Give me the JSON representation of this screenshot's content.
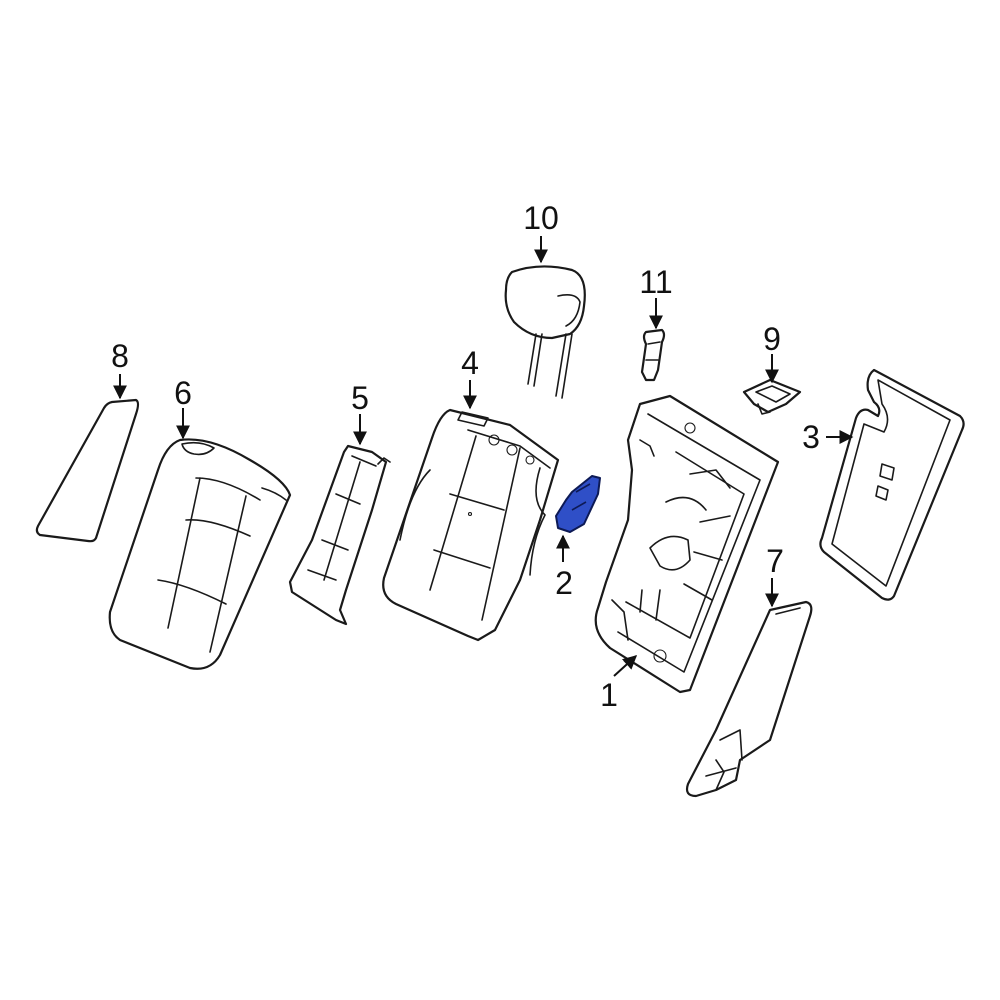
{
  "diagram": {
    "highlight_color": "#2f4fc7",
    "line_color": "#1a1a1a",
    "callouts": [
      {
        "id": "1",
        "label": "1"
      },
      {
        "id": "2",
        "label": "2"
      },
      {
        "id": "3",
        "label": "3"
      },
      {
        "id": "4",
        "label": "4"
      },
      {
        "id": "5",
        "label": "5"
      },
      {
        "id": "6",
        "label": "6"
      },
      {
        "id": "7",
        "label": "7"
      },
      {
        "id": "8",
        "label": "8"
      },
      {
        "id": "9",
        "label": "9"
      },
      {
        "id": "10",
        "label": "10"
      },
      {
        "id": "11",
        "label": "11"
      }
    ],
    "highlighted_part": "2"
  }
}
